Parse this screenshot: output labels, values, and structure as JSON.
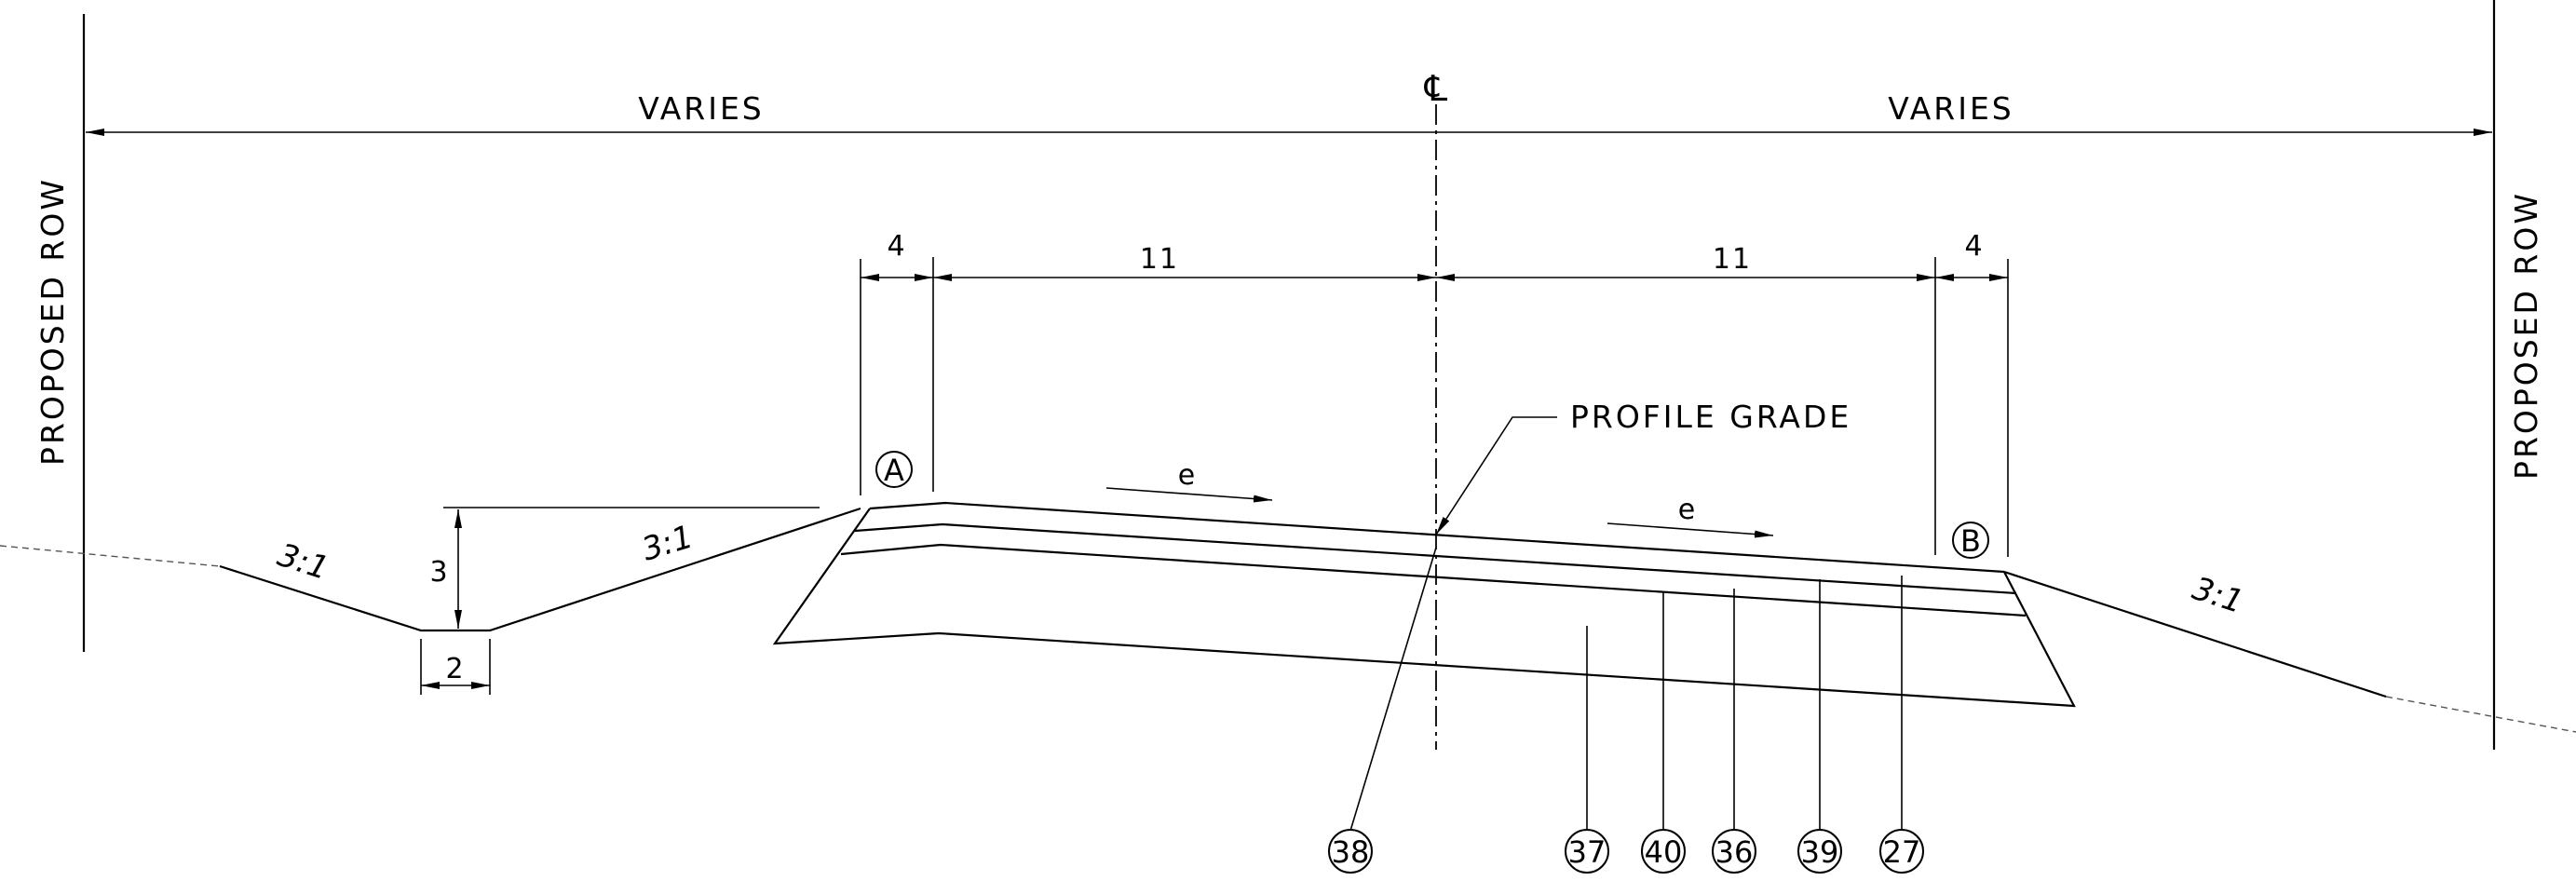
{
  "labels": {
    "row_left": "PROPOSED ROW",
    "row_right": "PROPOSED ROW",
    "varies_left": "VARIES",
    "varies_right": "VARIES",
    "centerline": "℄",
    "profile_grade": "PROFILE GRADE",
    "superelevation_left": "e",
    "superelevation_right": "e"
  },
  "dimensions": {
    "shoulder_left": "4",
    "lane_left": "11",
    "lane_right": "11",
    "shoulder_right": "4",
    "ditch_depth": "3",
    "ditch_bottom_width": "2"
  },
  "slopes": {
    "ditch_foreslope": "3:1",
    "ditch_backslope": "3:1",
    "right_fill_slope": "3:1"
  },
  "points": {
    "left_edge": "A",
    "right_edge": "B"
  },
  "callouts": [
    "38",
    "37",
    "40",
    "36",
    "39",
    "27"
  ]
}
